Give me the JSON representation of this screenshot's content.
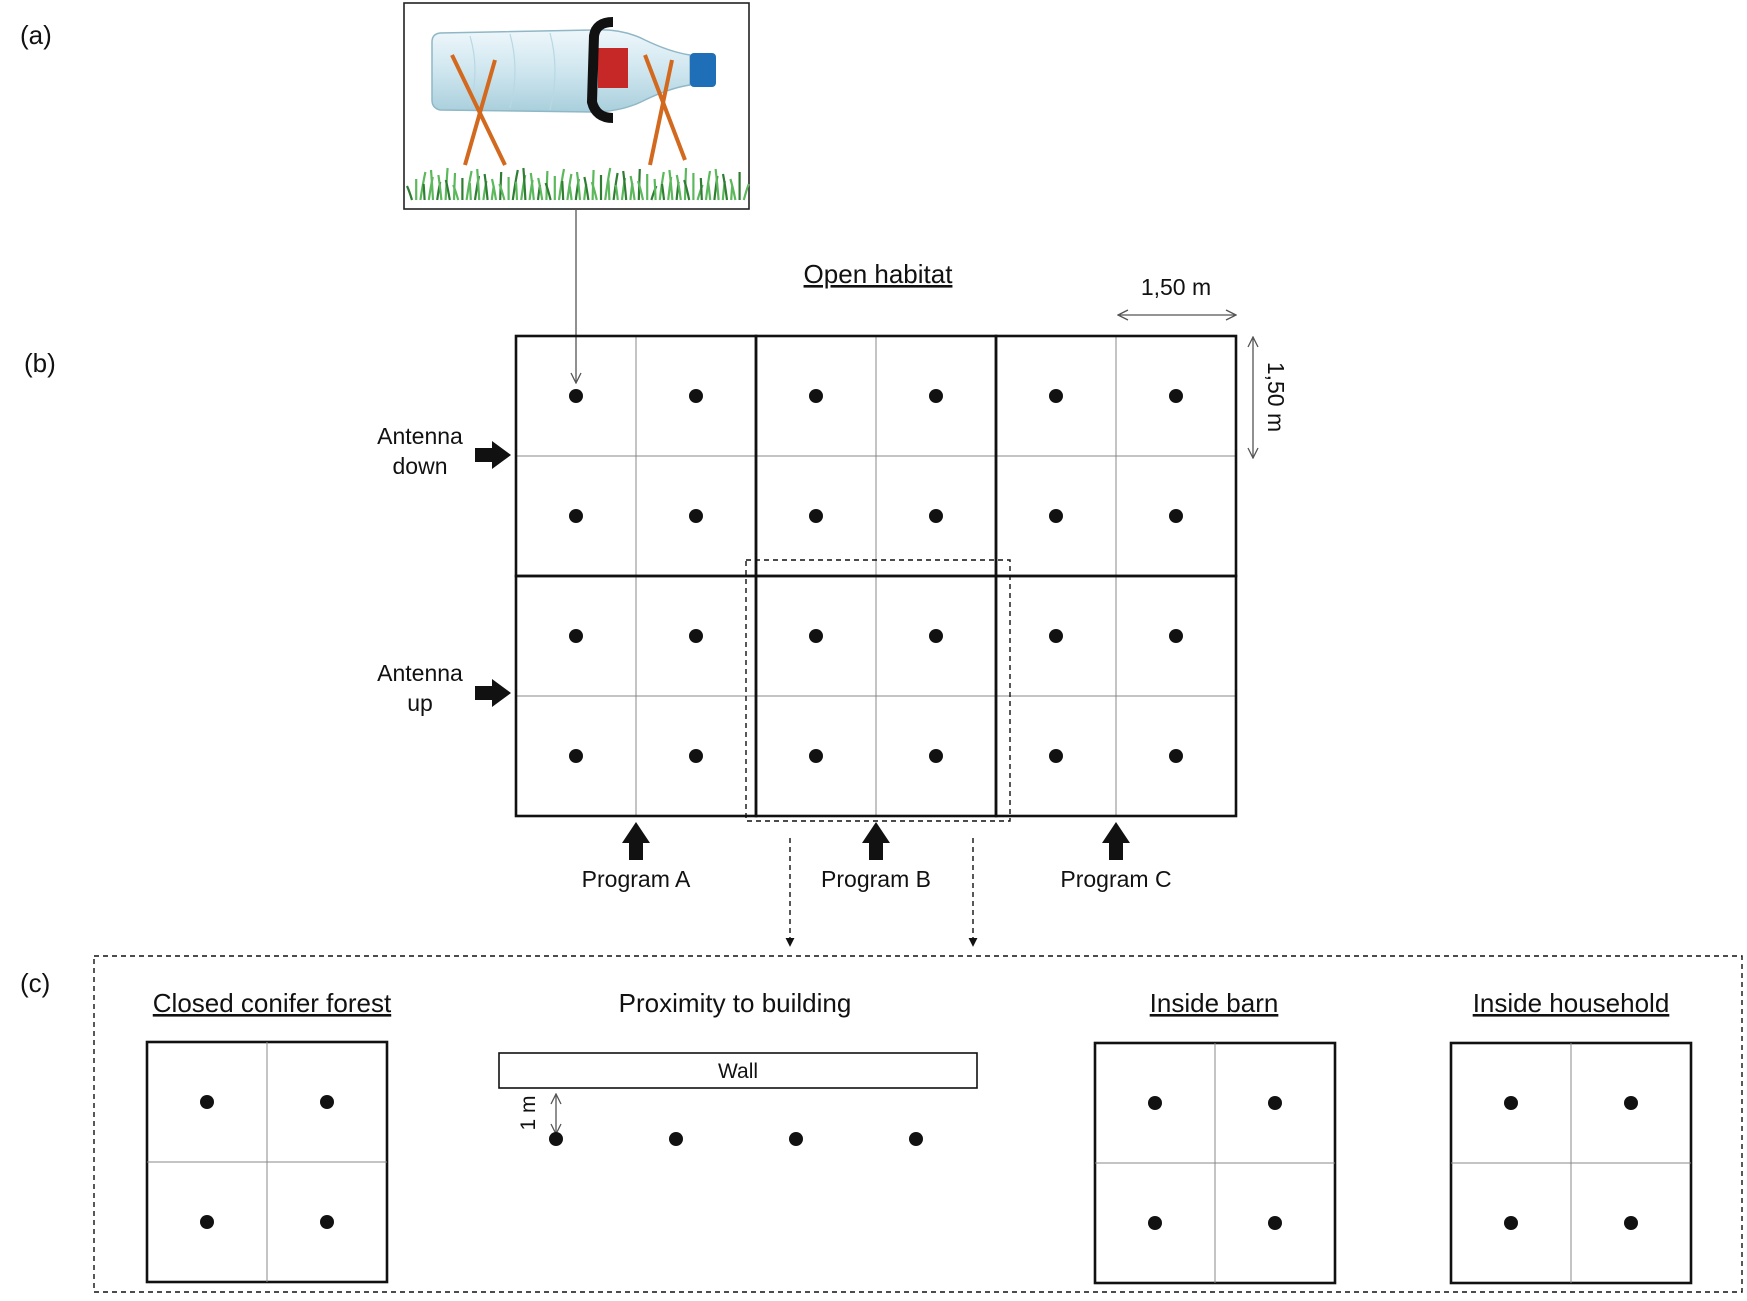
{
  "panels": {
    "a": "(a)",
    "b": "(b)",
    "c": "(c)"
  },
  "open_habitat": {
    "title": "Open habitat",
    "dim_width": "1,50 m",
    "dim_height": "1,50 m",
    "antenna_down": [
      "Antenna",
      "down"
    ],
    "antenna_up": [
      "Antenna",
      "up"
    ],
    "programs": [
      "Program A",
      "Program B",
      "Program C"
    ]
  },
  "habitats": {
    "closed_conifer_forest": "Closed conifer forest",
    "proximity_to_building": "Proximity to building",
    "wall_label": "Wall",
    "wall_distance": "1 m",
    "inside_barn": "Inside barn",
    "inside_household": "Inside household"
  },
  "illustration": {
    "subject": "water-bottle-on-stand",
    "colors": {
      "bottle": "#cfe6ef",
      "cap": "#1e6fb8",
      "band": "#c62828",
      "strap": "#111111",
      "legs": "#d2691e",
      "grass": "#4caf50"
    }
  }
}
